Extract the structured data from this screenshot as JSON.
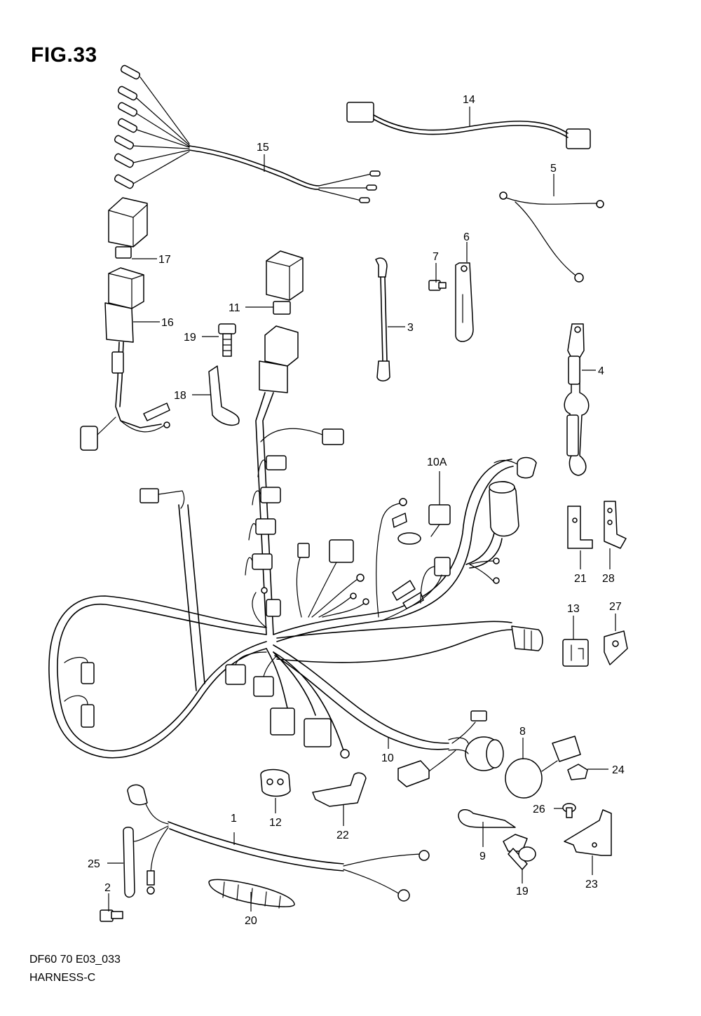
{
  "figure": {
    "title": "FIG.33"
  },
  "footer": {
    "code": "DF60 70 E03_033",
    "name": "HARNESS-C"
  },
  "callouts": {
    "c1": "1",
    "c2": "2",
    "c3": "3",
    "c4": "4",
    "c5": "5",
    "c6": "6",
    "c7": "7",
    "c8": "8",
    "c9": "9",
    "c10": "10",
    "c10a": "10A",
    "c11": "11",
    "c12": "12",
    "c13": "13",
    "c14": "14",
    "c15": "15",
    "c16": "16",
    "c17": "17",
    "c18": "18",
    "c19a": "19",
    "c19b": "19",
    "c20": "20",
    "c21": "21",
    "c22": "22",
    "c23": "23",
    "c24": "24",
    "c25": "25",
    "c26": "26",
    "c27": "27",
    "c28": "28"
  }
}
